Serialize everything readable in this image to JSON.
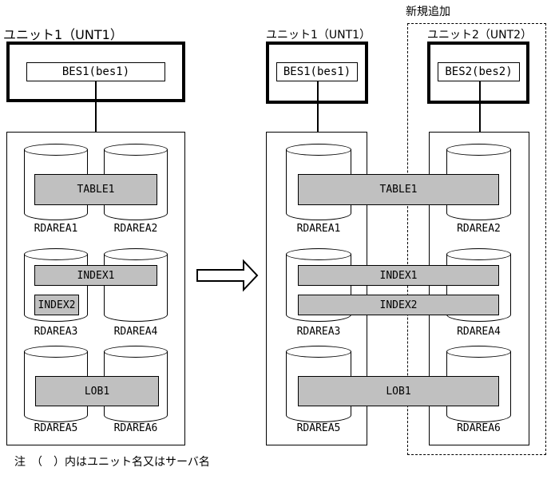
{
  "left": {
    "unit_label": "ユニット1（UNT1）",
    "server_label": "BES1(bes1)",
    "bars": {
      "table1": "TABLE1",
      "index1": "INDEX1",
      "index2": "INDEX2",
      "lob1": "LOB1"
    },
    "rdareas": [
      "RDAREA1",
      "RDAREA2",
      "RDAREA3",
      "RDAREA4",
      "RDAREA5",
      "RDAREA6"
    ]
  },
  "right": {
    "new_badge": "新規追加",
    "unit1_label": "ユニット1（UNT1）",
    "unit2_label": "ユニット2（UNT2）",
    "server1_label": "BES1(bes1)",
    "server2_label": "BES2(bes2)",
    "bars": {
      "table1": "TABLE1",
      "index1": "INDEX1",
      "index2": "INDEX2",
      "lob1": "LOB1"
    },
    "rdareas": [
      "RDAREA1",
      "RDAREA2",
      "RDAREA3",
      "RDAREA4",
      "RDAREA5",
      "RDAREA6"
    ]
  },
  "note": "注　（　）内はユニット名又はサーバ名",
  "colors": {
    "line": "#000000",
    "bar_fill": "#c0c0c0",
    "background": "#ffffff"
  }
}
